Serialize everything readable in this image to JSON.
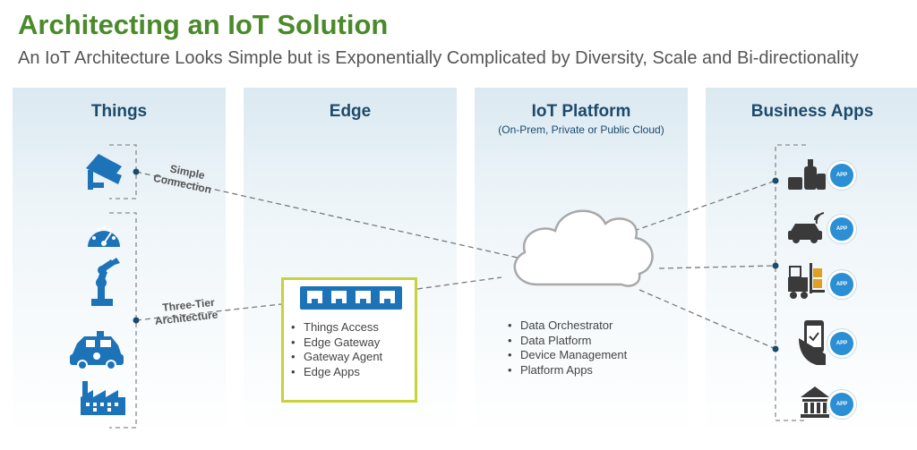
{
  "title": "Architecting an IoT Solution",
  "subtitle": "An IoT Architecture Looks Simple but is Exponentially Complicated by Diversity, Scale and Bi-directionality",
  "columns": {
    "things": {
      "title": "Things"
    },
    "edge": {
      "title": "Edge",
      "bullets": [
        "Things Access",
        "Edge Gateway",
        "Gateway Agent",
        "Edge Apps"
      ]
    },
    "platform": {
      "title": "IoT Platform",
      "subtitle": "(On-Prem, Private or Public Cloud)",
      "bullets": [
        "Data Orchestrator",
        "Data Platform",
        "Device Management",
        "Platform Apps"
      ]
    },
    "business": {
      "title": "Business Apps"
    }
  },
  "connections": {
    "simple_line1": "Simple",
    "simple_line2": "Connection",
    "three_tier_line1": "Three-Tier",
    "three_tier_line2": "Architecture"
  },
  "app_badge_label": "APP",
  "colors": {
    "title_green": "#4a8a2a",
    "heading_navy": "#1c4a6c",
    "icon_blue": "#1d73b8",
    "icon_dark": "#3a3a3a",
    "edge_border": "#c6d33a",
    "app_badge": "#2a8fd4"
  },
  "icons": {
    "things": [
      "security-camera-icon",
      "gauge-icon",
      "robot-arm-icon",
      "car-icon",
      "factory-icon"
    ],
    "business": [
      "consumer-goods-icon",
      "connected-car-icon",
      "forklift-icon",
      "mobile-phone-hand-icon",
      "bank-icon"
    ],
    "platform": "cloud-icon",
    "edge": "network-switch-icon"
  }
}
